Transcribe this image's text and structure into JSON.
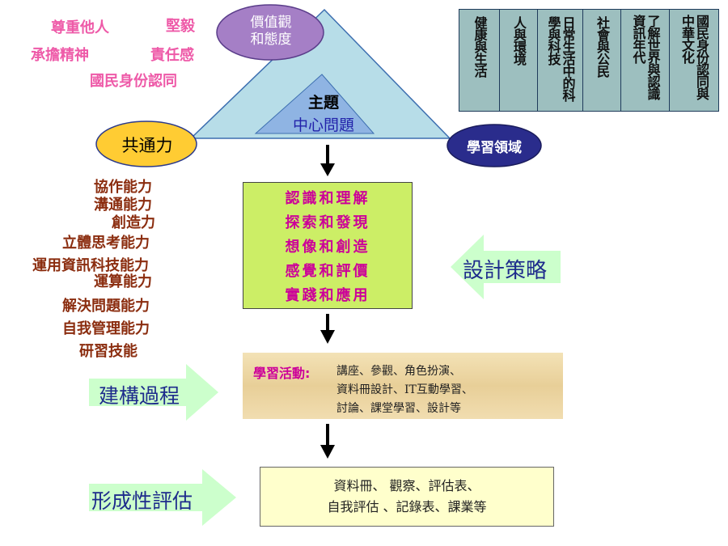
{
  "values_attitudes": [
    "尊重他人",
    "堅毅",
    "承擔精神",
    "責任感",
    "國民身份認同"
  ],
  "triangle": {
    "top_label_line1": "價值觀",
    "top_label_line2": "和態度",
    "inner_title": "主題",
    "inner_subtitle": "中心問題",
    "left_label": "共通力",
    "right_label": "學習領域"
  },
  "learning_areas": [
    "健康與生活",
    "人與環境",
    "日常生活中的科學與科技",
    "社會與公民",
    "了解世界與認識資訊年代",
    "國民身份認同與中華文化"
  ],
  "generic_skills": [
    "協作能力",
    "溝通能力",
    "創造力",
    "立體思考能力",
    "運用資訊科技能力",
    "運算能力",
    "解決問題能力",
    "自我管理能力",
    "研習技能"
  ],
  "strategies": [
    "認識和理解",
    "探索和發現",
    "想像和創造",
    "感覺和評價",
    "實踐和應用"
  ],
  "design_strategy_label": "設計策略",
  "construction_label": "建構過程",
  "activities": {
    "title": "學習活動",
    "colon": ":",
    "line1": "講座、參觀、角色扮演、",
    "line2": "資料冊設計、IT互動學習、",
    "line3": "討論、課堂學習、設計等"
  },
  "formative_label": "形成性評估",
  "assessment": {
    "line1": "資料冊、 觀察、評估表、",
    "line2": "自我評估 、記錄表、課業等"
  },
  "colors": {
    "triangle_outer": "#b7dde8",
    "triangle_inner": "#8fb4e3",
    "skills_oval": "#ffcc33",
    "areas_oval": "#2a2c8c",
    "areas_box": "#9dbfbf",
    "strategy_box": "#ccee66",
    "activity_box": "#f0dca8",
    "assessment_box": "#ffffcc",
    "arrow_green": "#ccffcc",
    "pink": "#ee5aa8",
    "brown": "#8b2d0f",
    "magenta": "#cc0099"
  }
}
